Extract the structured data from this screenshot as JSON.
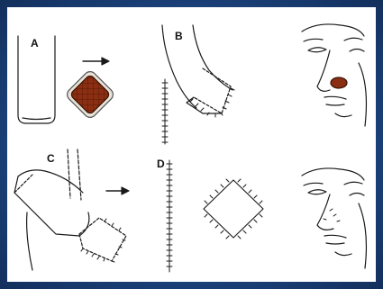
{
  "panels": {
    "a": {
      "label": "A"
    },
    "b": {
      "label": "B"
    },
    "c": {
      "label": "C"
    },
    "d": {
      "label": "D"
    }
  },
  "colors": {
    "frame": "#1c4682",
    "graft_fill": "#8b2e12",
    "graft_border": "#e8e2d8",
    "nose_defect": "#8b2e12",
    "ink": "#1a1a1a"
  }
}
